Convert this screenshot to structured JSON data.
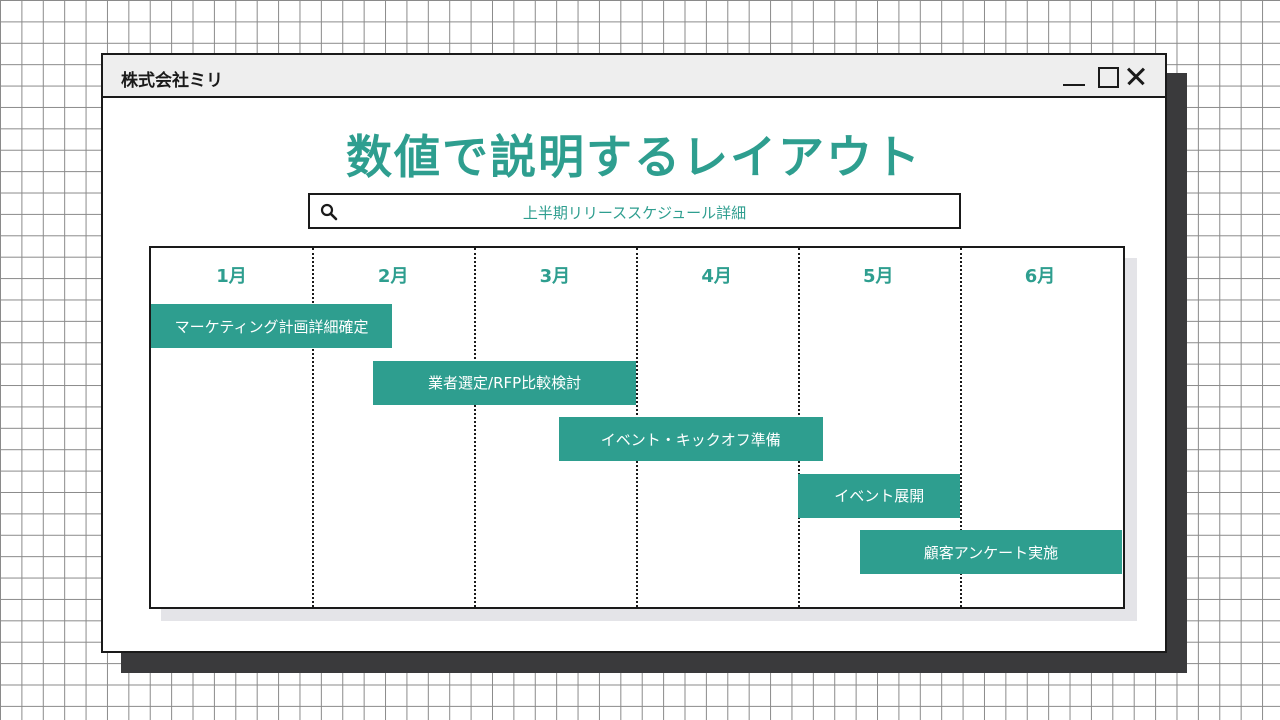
{
  "window": {
    "app_name": "株式会社ミリ"
  },
  "page": {
    "title": "数値で説明するレイアウト"
  },
  "search": {
    "text": "上半期リリーススケジュール詳細"
  },
  "schedule": {
    "months": [
      "1月",
      "2月",
      "3月",
      "4月",
      "5月",
      "6月"
    ],
    "tasks": [
      {
        "label": "マーケティング計画詳細確定",
        "start_month": 1.0,
        "end_month": 2.49
      },
      {
        "label": "業者選定/RFP比較検討",
        "start_month": 2.37,
        "end_month": 4.0
      },
      {
        "label": "イベント・キックオフ準備",
        "start_month": 3.52,
        "end_month": 5.15
      },
      {
        "label": "イベント展開",
        "start_month": 5.0,
        "end_month": 6.0
      },
      {
        "label": "顧客アンケート実施",
        "start_month": 5.38,
        "end_month": 7.0
      }
    ]
  },
  "colors": {
    "accent": "#2e9e8f",
    "frame": "#1a1a1a",
    "shadow": "#3a3a3c"
  }
}
